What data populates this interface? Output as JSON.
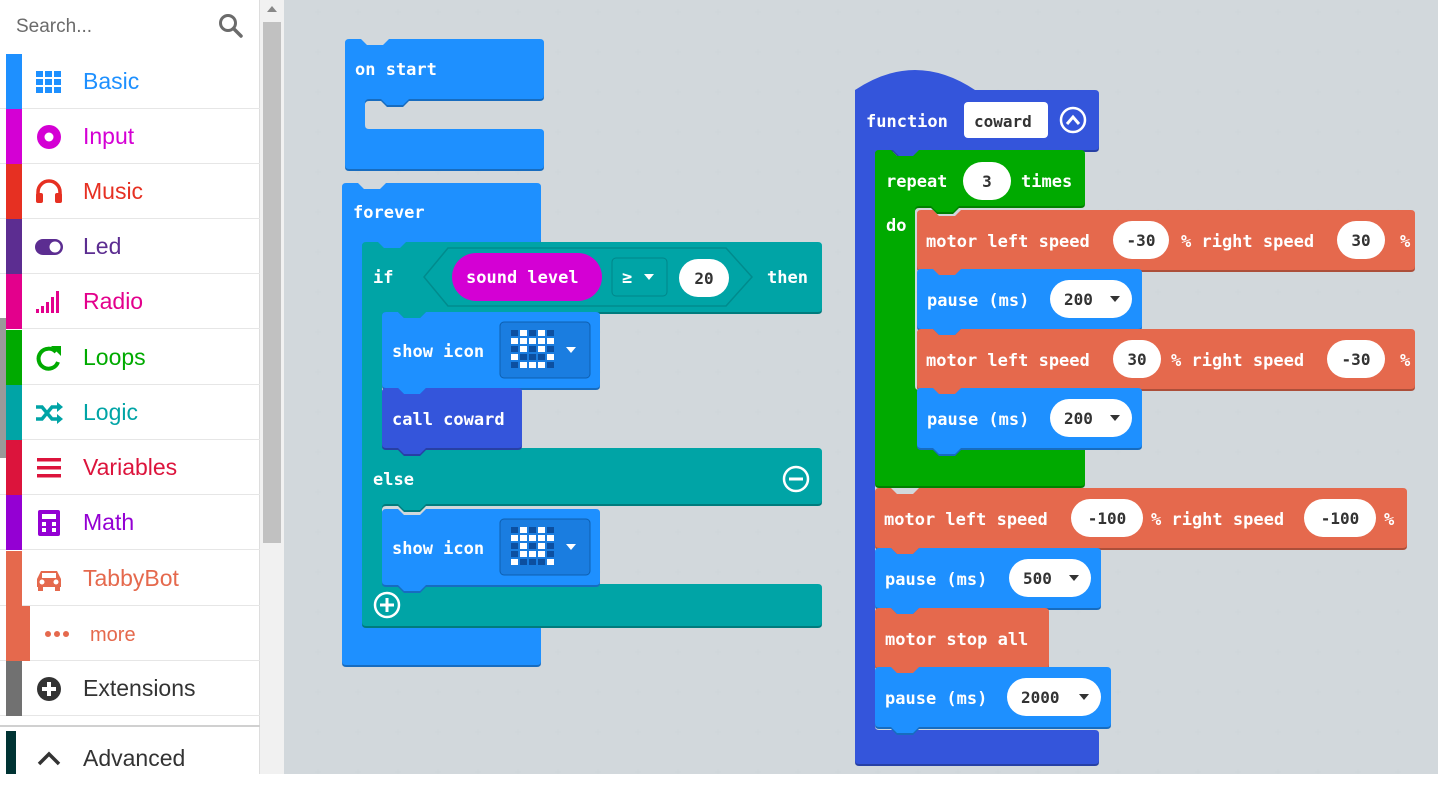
{
  "search": {
    "placeholder": "Search..."
  },
  "toolbox": {
    "categories": [
      {
        "label": "Basic",
        "icon": "grid-icon",
        "color": "#1e90ff"
      },
      {
        "label": "Input",
        "icon": "circle-dot-icon",
        "color": "#d400d4"
      },
      {
        "label": "Music",
        "icon": "headphones-icon",
        "color": "#e63022"
      },
      {
        "label": "Led",
        "icon": "toggle-icon",
        "color": "#5c2d91"
      },
      {
        "label": "Radio",
        "icon": "signal-bars-icon",
        "color": "#e3008c"
      },
      {
        "label": "Loops",
        "icon": "loop-arrow-icon",
        "color": "#00aa00"
      },
      {
        "label": "Logic",
        "icon": "shuffle-icon",
        "color": "#00a4a6"
      },
      {
        "label": "Variables",
        "icon": "list-icon",
        "color": "#dc143c"
      },
      {
        "label": "Math",
        "icon": "calculator-icon",
        "color": "#9400d3"
      },
      {
        "label": "TabbyBot",
        "icon": "car-icon",
        "color": "#e5694d"
      },
      {
        "label": "more",
        "icon": "dots-icon",
        "color": "#e5694d"
      },
      {
        "label": "Extensions",
        "icon": "plus-circle-icon",
        "color": "#717171"
      },
      {
        "label": "Advanced",
        "icon": "chevron-up-icon",
        "color": "#333333"
      }
    ]
  },
  "blocks": {
    "on_start": {
      "label": "on start",
      "color": "#1e90ff"
    },
    "forever": {
      "label": "forever",
      "color": "#1e90ff"
    },
    "if_block": {
      "if_label": "if",
      "then_label": "then",
      "else_label": "else",
      "color": "#00a4a6",
      "condition": {
        "sensor": "sound level",
        "operator": "≥",
        "value": "20"
      },
      "then_show_icon": "show icon",
      "call_label": "call coward",
      "else_show_icon": "show icon"
    },
    "function_def": {
      "label": "function",
      "name": "coward",
      "color": "#3455db",
      "repeat": {
        "label": "repeat",
        "count": "3",
        "times_label": "times",
        "do_label": "do",
        "color": "#00aa00"
      },
      "steps": [
        {
          "type": "motor",
          "text_a": "motor left speed",
          "left": "-30",
          "text_b": "% right speed",
          "right": "30",
          "suffix": "%"
        },
        {
          "type": "pause",
          "text": "pause (ms)",
          "value": "200"
        },
        {
          "type": "motor",
          "text_a": "motor left speed",
          "left": "30",
          "text_b": "% right speed",
          "right": "-30",
          "suffix": "%"
        },
        {
          "type": "pause",
          "text": "pause (ms)",
          "value": "200"
        },
        {
          "type": "motor",
          "text_a": "motor left speed",
          "left": "-100",
          "text_b": "% right speed",
          "right": "-100",
          "suffix": "%"
        },
        {
          "type": "pause",
          "text": "pause (ms)",
          "value": "500"
        },
        {
          "type": "stop",
          "text": "motor stop all"
        },
        {
          "type": "pause",
          "text": "pause (ms)",
          "value": "2000"
        }
      ]
    }
  },
  "colors": {
    "motor": "#e5694d",
    "pause": "#1e90ff",
    "logic": "#00a4a6",
    "loops": "#00aa00",
    "function": "#3455db",
    "sound": "#d400d4",
    "call": "#3455db"
  }
}
